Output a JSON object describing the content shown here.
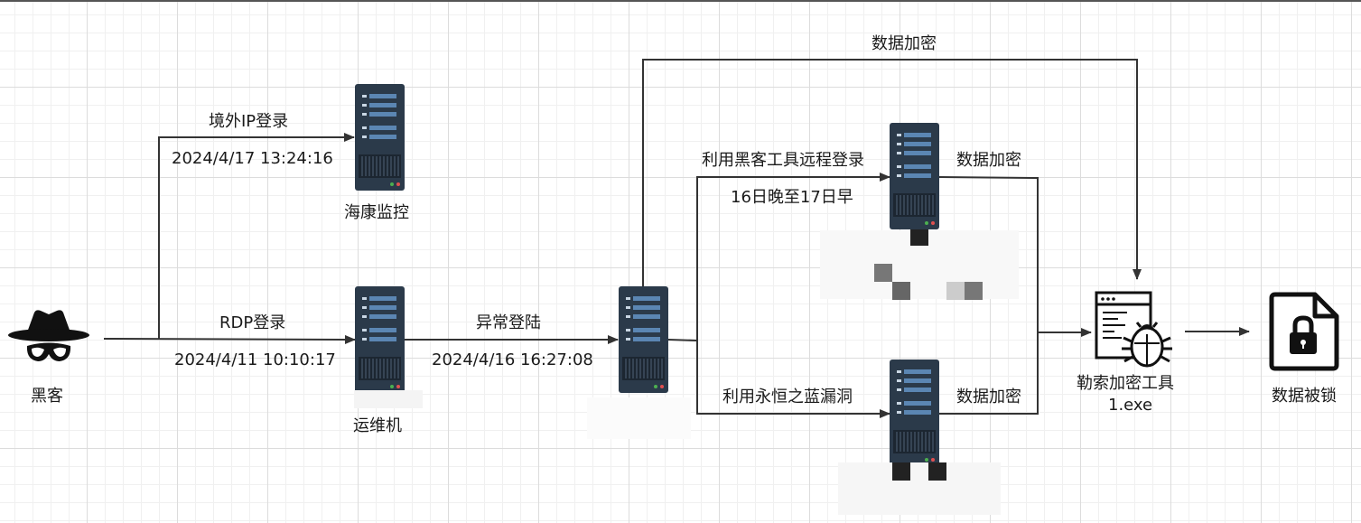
{
  "nodes": {
    "hacker": "黑客",
    "hikvision": "海康监控",
    "ops_machine": "运维机",
    "ransomware_tool": "勒索加密工具",
    "ransomware_file": "1.exe",
    "data_locked": "数据被锁"
  },
  "edges": {
    "foreign_ip_login": "境外IP登录",
    "foreign_ip_time": "2024/4/17 13:24:16",
    "rdp_login": "RDP登录",
    "rdp_time": "2024/4/11 10:10:17",
    "abnormal_login": "异常登陆",
    "abnormal_time": "2024/4/16 16:27:08",
    "remote_login_tool": "利用黑客工具远程登录",
    "remote_login_time": "16日晚至17日早",
    "eternal_blue": "利用永恒之蓝漏洞",
    "encrypt_top": "数据加密",
    "encrypt_mid": "数据加密",
    "encrypt_bottom": "数据加密"
  },
  "colors": {
    "server_body": "#2b3a4a",
    "server_slot": "#5b86b3",
    "line": "#333333"
  },
  "icons": [
    "hacker-icon",
    "server-icon",
    "ransomware-icon",
    "locked-file-icon"
  ]
}
